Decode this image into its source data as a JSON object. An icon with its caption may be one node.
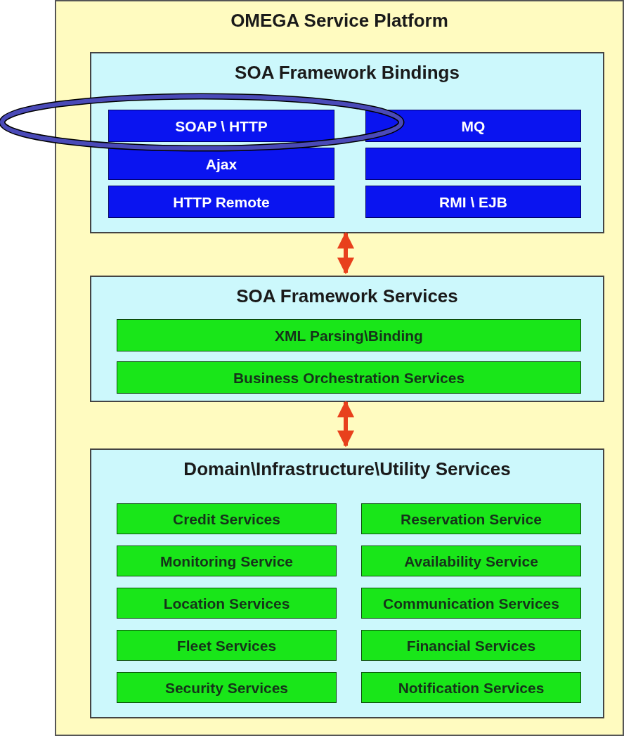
{
  "diagram": {
    "nodes": [
      {
        "text": [
          "OMEGA Service Platform"
        ]
      },
      {
        "text": [
          "SOA Framework Bindings"
        ],
        "in": 0
      },
      {
        "text": [
          "SOAP \\ HTTP"
        ],
        "in": 1
      },
      {
        "text": [
          "MQ"
        ],
        "in": 1
      },
      {
        "text": [
          "Ajax"
        ],
        "in": 1
      },
      {
        "text": [],
        "shape": "box",
        "in": 1
      },
      {
        "text": [
          "HTTP Remote"
        ],
        "in": 1
      },
      {
        "text": [
          "RMI \\ EJB"
        ],
        "in": 1
      },
      {
        "text": [
          "SOA Framework Services"
        ],
        "in": 0
      },
      {
        "text": [
          "XML Parsing\\Binding"
        ],
        "in": 8
      },
      {
        "text": [
          "Business Orchestration Services"
        ],
        "in": 8
      },
      {
        "text": [
          "Domain\\Infrastructure\\Utility Services"
        ],
        "in": 0
      },
      {
        "text": [
          "Credit Services"
        ],
        "in": 11
      },
      {
        "text": [
          "Reservation Service"
        ],
        "in": 11
      },
      {
        "text": [
          "Monitoring Service"
        ],
        "in": 11
      },
      {
        "text": [
          "Availability Service"
        ],
        "in": 11
      },
      {
        "text": [
          "Location Services"
        ],
        "in": 11
      },
      {
        "text": [
          "Communication Services"
        ],
        "in": 11
      },
      {
        "text": [
          "Fleet Services"
        ],
        "in": 11
      },
      {
        "text": [
          "Financial Services"
        ],
        "in": 11
      },
      {
        "text": [
          "Security Services"
        ],
        "in": 11
      },
      {
        "text": [
          "Notification Services"
        ],
        "in": 11
      }
    ],
    "edges": [
      {
        "from": 1,
        "to": 8,
        "arrow": "both"
      },
      {
        "from": 8,
        "to": 11,
        "arrow": "both"
      }
    ]
  }
}
